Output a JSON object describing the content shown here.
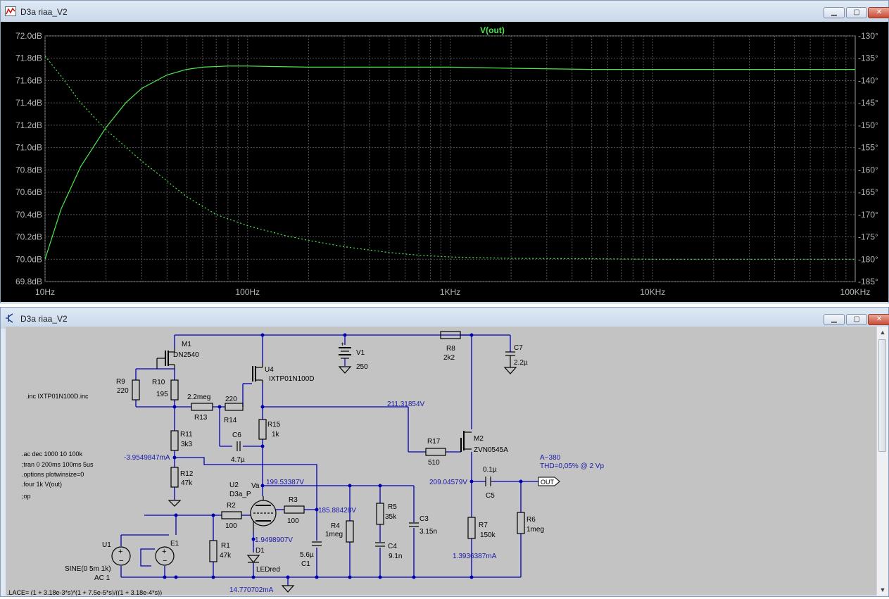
{
  "plot_window": {
    "title": "D3a riaa_V2",
    "controls": {
      "minimize": "▁",
      "maximize": "▢",
      "close": "✕"
    },
    "trace_name": "V(out)"
  },
  "schematic_window": {
    "title": "D3a riaa_V2",
    "controls": {
      "minimize": "▁",
      "maximize": "▢",
      "close": "✕"
    }
  },
  "colors": {
    "trace": "#4ce84c",
    "grid": "#555555",
    "plot_bg": "#000000",
    "wire": "#0000b0",
    "component": "#000000",
    "sch_bg": "#c3c3c3"
  },
  "chart_data": {
    "type": "line",
    "title": "V(out)",
    "x_scale": "log",
    "xlim": [
      10,
      100000
    ],
    "x_tick_labels": [
      "10Hz",
      "100Hz",
      "1KHz",
      "10KHz",
      "100KHz"
    ],
    "ylim_left": [
      69.8,
      72.0
    ],
    "y_left_tick_labels": [
      "72.0dB",
      "71.8dB",
      "71.6dB",
      "71.4dB",
      "71.2dB",
      "71.0dB",
      "70.8dB",
      "70.6dB",
      "70.4dB",
      "70.2dB",
      "70.0dB",
      "69.8dB"
    ],
    "ylim_right": [
      -185,
      -130
    ],
    "y_right_tick_labels": [
      "-130°",
      "-135°",
      "-140°",
      "-145°",
      "-150°",
      "-155°",
      "-160°",
      "-165°",
      "-170°",
      "-175°",
      "-180°",
      "-185°"
    ],
    "grid": true,
    "series": [
      {
        "axis": "left",
        "style": "solid",
        "x": [
          10,
          12,
          15,
          20,
          25,
          30,
          40,
          50,
          60,
          80,
          100,
          200,
          500,
          1000,
          2000,
          5000,
          10000,
          20000,
          50000,
          100000
        ],
        "values": [
          70.0,
          70.45,
          70.83,
          71.18,
          71.4,
          71.53,
          71.65,
          71.7,
          71.72,
          71.73,
          71.73,
          71.72,
          71.72,
          71.72,
          71.71,
          71.7,
          71.7,
          71.7,
          71.7,
          71.7
        ]
      },
      {
        "axis": "right",
        "style": "dashed",
        "x": [
          10,
          12,
          15,
          20,
          30,
          40,
          50,
          70,
          100,
          150,
          200,
          300,
          500,
          700,
          1000,
          2000,
          5000,
          10000,
          30000,
          100000
        ],
        "values": [
          -134.5,
          -139,
          -145,
          -151,
          -158,
          -162.5,
          -166,
          -170,
          -172.5,
          -174.6,
          -175.8,
          -177.2,
          -178.5,
          -179.1,
          -179.5,
          -179.8,
          -179.9,
          -180,
          -180,
          -180
        ]
      }
    ]
  },
  "schematic": {
    "components": {
      "M1": {
        "ref": "M1",
        "model": "DN2540"
      },
      "U4": {
        "ref": "U4",
        "model": "IXTP01N100D"
      },
      "V1": {
        "ref": "V1",
        "value": "250"
      },
      "R8": {
        "ref": "R8",
        "value": "2k2"
      },
      "C7": {
        "ref": "C7",
        "value": "2.2µ"
      },
      "R9": {
        "ref": "R9",
        "value": "220"
      },
      "R10": {
        "ref": "R10",
        "value": "195"
      },
      "R13": {
        "ref": "R13",
        "value": "2.2meg"
      },
      "R14": {
        "ref": "R14",
        "value": "220"
      },
      "R15": {
        "ref": "R15",
        "value": "1k"
      },
      "C6": {
        "ref": "C6",
        "value": "4.7µ"
      },
      "R11": {
        "ref": "R11",
        "value": "3k3"
      },
      "R12": {
        "ref": "R12",
        "value": "47k"
      },
      "R17": {
        "ref": "R17",
        "value": "510"
      },
      "M2": {
        "ref": "M2",
        "model": "ZVN0545A"
      },
      "U2": {
        "ref": "U2",
        "model": "D3a_P",
        "pin": "Va"
      },
      "R2": {
        "ref": "R2",
        "value": "100"
      },
      "R3": {
        "ref": "R3",
        "value": "100"
      },
      "R4": {
        "ref": "R4",
        "value": "1meg"
      },
      "R5": {
        "ref": "R5",
        "value": "35k"
      },
      "C4": {
        "ref": "C4",
        "value": "9.1n"
      },
      "C3": {
        "ref": "C3",
        "value": "3.15n"
      },
      "C1": {
        "ref": "C1",
        "value": "5.6µ"
      },
      "D1": {
        "ref": "D1",
        "model": "LEDred"
      },
      "R1": {
        "ref": "R1",
        "value": "47k"
      },
      "U1": {
        "ref": "U1",
        "source": "SINE(0 5m 1k)",
        "ac": "AC 1"
      },
      "E1": {
        "ref": "E1"
      },
      "C5": {
        "ref": "C5",
        "value": "0.1µ"
      },
      "R7": {
        "ref": "R7",
        "value": "150k"
      },
      "R6": {
        "ref": "R6",
        "value": "1meg"
      }
    },
    "annotations": {
      "v_211": "211.31854V",
      "i_r11": "-3.9549847mA",
      "v_va": "199.53387V",
      "v_grid2": "185.88428V",
      "v_209": "209.04579V",
      "i_d1": "1.9498907V",
      "i_m2": "1.3936387mA",
      "i_gnd": "14.770702mA",
      "gain": "A~380",
      "thd": "THD=0,05% @ 2 Vp",
      "out_label": "OUT"
    },
    "directives": {
      "include": ".inc IXTP01N100D.inc",
      "lines": [
        ".ac dec 1000 10 100k",
        ";tran 0 200ms 100ms 5us",
        ".options plotwinsize=0",
        ".four 1k V(out)",
        ";op"
      ],
      "bottom": ".LACE= (1 + 3.18e-3*s)*(1 + 7.5e-5*s)/((1 + 3.18e-4*s))"
    }
  }
}
